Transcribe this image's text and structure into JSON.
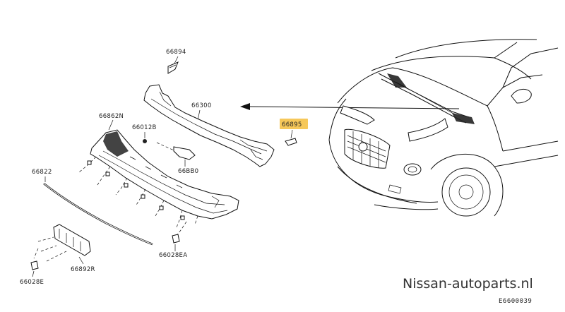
{
  "diagram": {
    "parts": [
      {
        "id": "66894",
        "highlighted": false
      },
      {
        "id": "66300",
        "highlighted": false
      },
      {
        "id": "66862N",
        "highlighted": false
      },
      {
        "id": "66012B",
        "highlighted": false
      },
      {
        "id": "66895",
        "highlighted": true
      },
      {
        "id": "66BB0",
        "highlighted": false
      },
      {
        "id": "66822",
        "highlighted": false
      },
      {
        "id": "66028EA",
        "highlighted": false
      },
      {
        "id": "66892R",
        "highlighted": false
      },
      {
        "id": "66028E",
        "highlighted": false
      }
    ],
    "highlight_color": "#f6c85a",
    "watermark": "Nissan-autoparts.nl",
    "diagram_code": "E6600039"
  }
}
